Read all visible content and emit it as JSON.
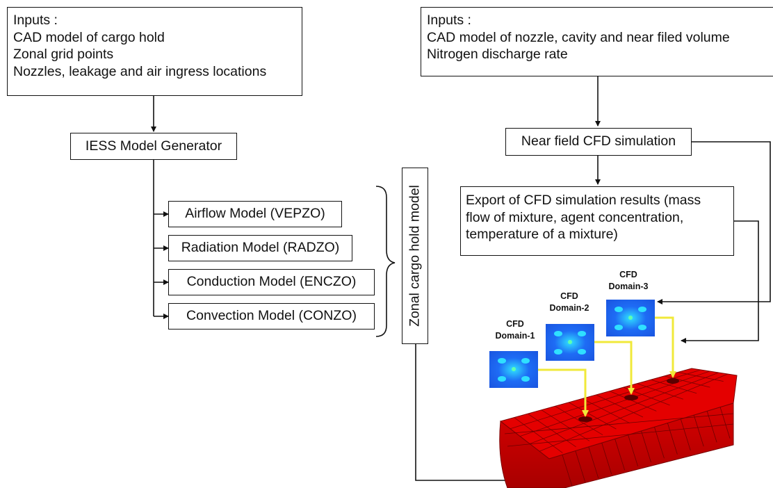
{
  "left_inputs": {
    "heading": "Inputs :",
    "items": [
      "CAD model of cargo hold",
      "Zonal grid points",
      "Nozzles, leakage and air ingress locations"
    ]
  },
  "generator": {
    "label": "IESS Model Generator"
  },
  "models": [
    {
      "label": "Airflow Model (VEPZO)"
    },
    {
      "label": "Radiation Model (RADZO)"
    },
    {
      "label": "Conduction Model (ENCZO)"
    },
    {
      "label": "Convection Model (CONZO)"
    }
  ],
  "zonal_label": "Zonal cargo hold model",
  "right_inputs": {
    "heading": "Inputs :",
    "items": [
      "CAD model of nozzle, cavity and near filed volume",
      "Nitrogen discharge rate"
    ]
  },
  "near_field": {
    "label": "Near field CFD simulation"
  },
  "export": {
    "lines": [
      "Export of CFD simulation results (mass",
      "flow of mixture, agent concentration,",
      "temperature of a mixture)"
    ]
  },
  "domains": [
    {
      "title": "CFD",
      "name": "Domain-1"
    },
    {
      "title": "CFD",
      "name": "Domain-2"
    },
    {
      "title": "CFD",
      "name": "Domain-3"
    }
  ],
  "colors": {
    "line": "#111111",
    "yellow_arrow": "#f0e93a",
    "hold_red": "#e40000",
    "domain_blue": "#1e6cf5",
    "domain_cyan": "#2fe0ff"
  }
}
